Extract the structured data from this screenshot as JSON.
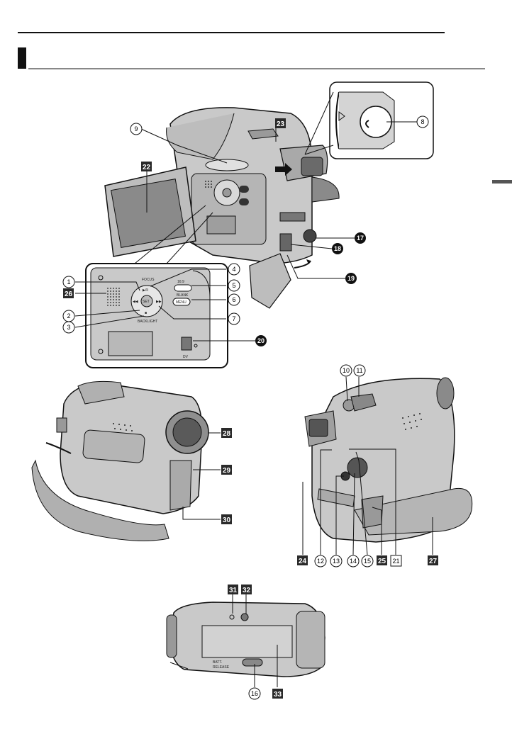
{
  "callouts": {
    "c1": "1",
    "c2": "2",
    "c3": "3",
    "c4": "4",
    "c5": "5",
    "c6": "6",
    "c7": "7",
    "c8": "8",
    "c9": "9",
    "c10": "10",
    "c11": "11",
    "c12": "12",
    "c13": "13",
    "c14": "14",
    "c15": "15",
    "c16": "16",
    "c17": "17",
    "c18": "18",
    "c19": "19",
    "c20": "20",
    "c21": "21",
    "c22": "22",
    "c23": "23",
    "c24": "24",
    "c25": "25",
    "c26": "26",
    "c27": "27",
    "c28": "28",
    "c29": "29",
    "c30": "30",
    "c31": "31",
    "c32": "32",
    "c33": "33"
  },
  "panel_labels": {
    "focus": "FOCUS",
    "ratio": "16:9",
    "blank": "BLANK",
    "menu": "MENU",
    "backlight": "BACKLIGHT",
    "dv": "DV",
    "play_pause": "▶/II",
    "rew": "◀◀",
    "ffwd": "▶▶",
    "stop": "■",
    "set": "SET"
  },
  "bottom_labels": {
    "battery": "BATT.",
    "release": "RELEASE"
  },
  "colors": {
    "body_fill": "#c9c9c9",
    "body_dark": "#8a8a8a",
    "label_box": "#2a2a2a",
    "line": "#111111"
  }
}
